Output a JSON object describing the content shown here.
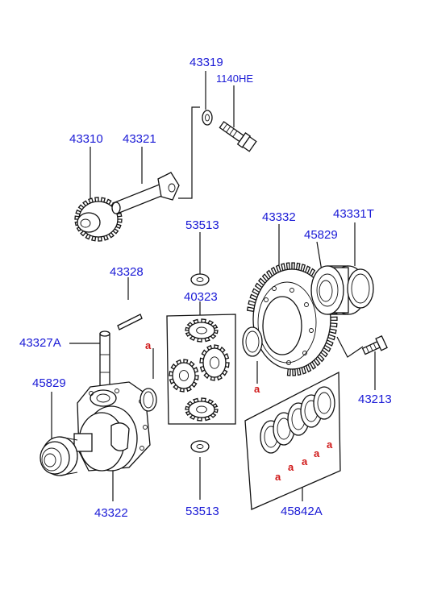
{
  "colors": {
    "part_number": "#1a1ad6",
    "reference_mark": "#d01818",
    "line": "#111111",
    "background": "#ffffff"
  },
  "parts": {
    "p43319": "43319",
    "p1140he": "1140HE",
    "p43310": "43310",
    "p43321": "43321",
    "p53513_top": "53513",
    "p43332": "43332",
    "p43331t": "43331T",
    "p45829_right": "45829",
    "p43328": "43328",
    "p40323": "40323",
    "p43327a": "43327A",
    "p45829_left": "45829",
    "p43213": "43213",
    "p43322": "43322",
    "p53513_bottom": "53513",
    "p45842a": "45842A"
  },
  "ref_mark": "a"
}
